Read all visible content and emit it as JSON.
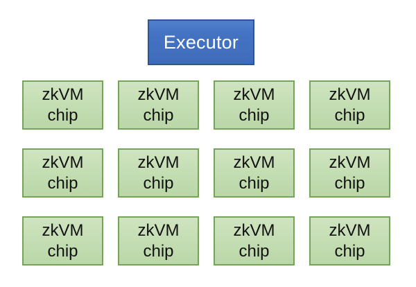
{
  "executor": {
    "label": "Executor"
  },
  "chip": {
    "line1": "zkVM",
    "line2": "chip"
  },
  "grid": {
    "rows": 3,
    "cols": 4,
    "chip_count": 12
  },
  "colors": {
    "background": "#ffffff",
    "executor_fill": "#4573c4",
    "executor_border": "#2f5496",
    "executor_text": "#ffffff",
    "chip_fill": "#c5deb4",
    "chip_border": "#75a35c",
    "chip_text": "#111111"
  }
}
